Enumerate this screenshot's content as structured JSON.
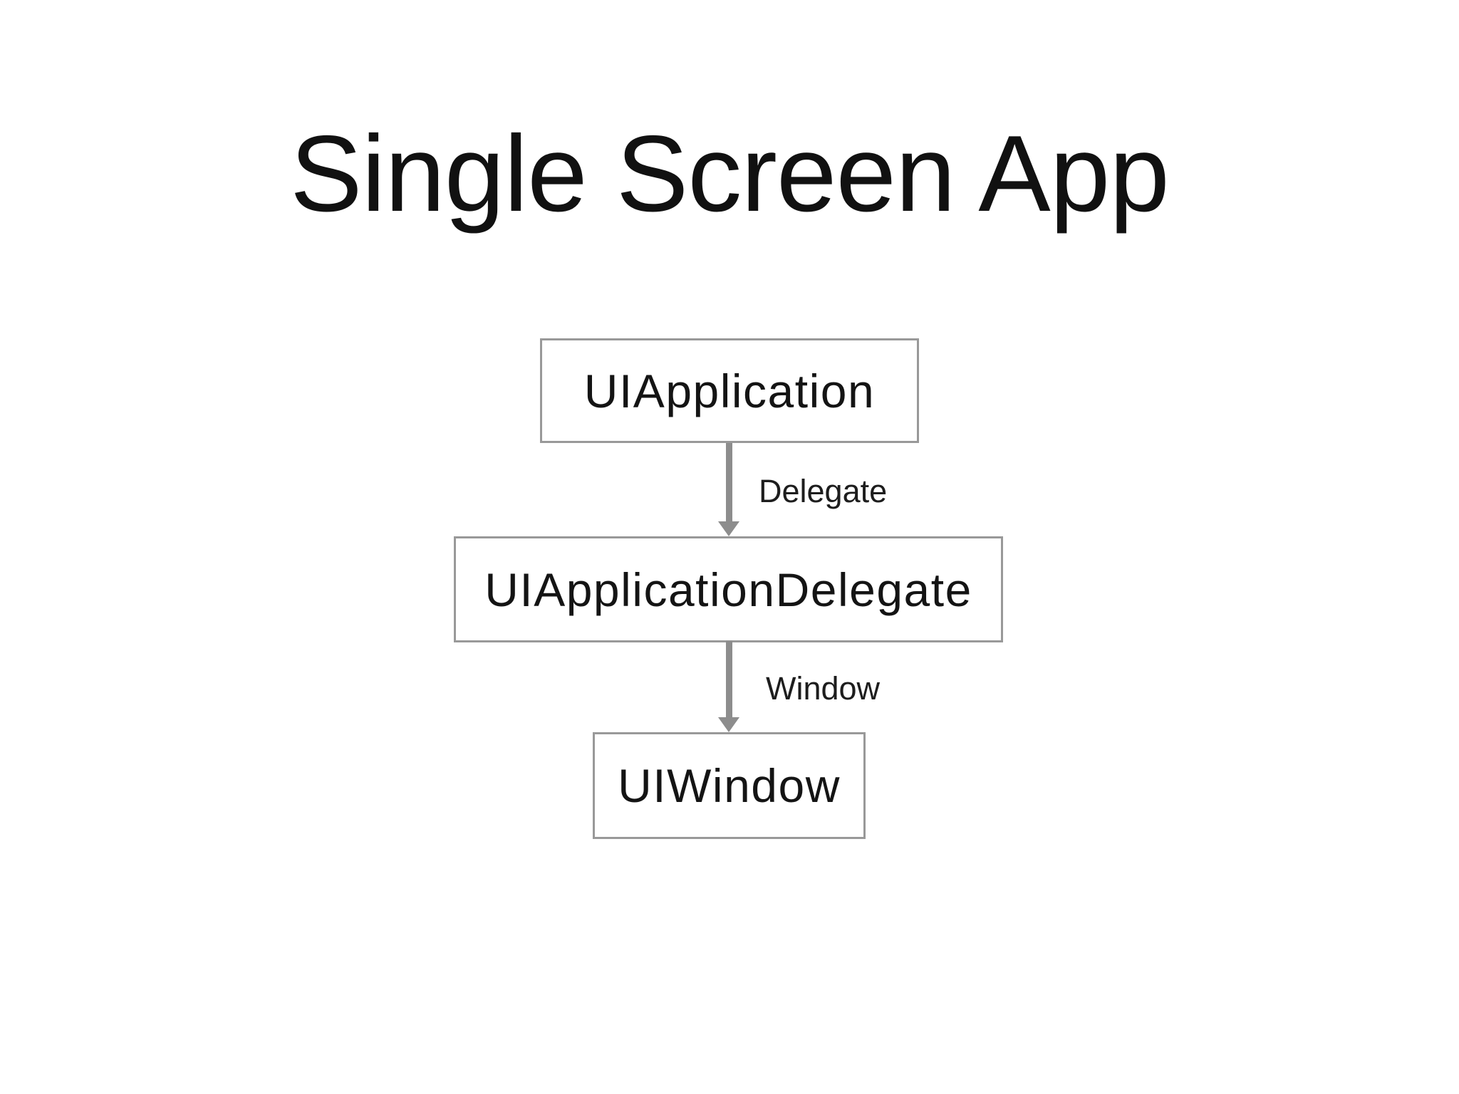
{
  "slide": {
    "title": "Single Screen App"
  },
  "diagram": {
    "type": "flowchart",
    "direction": "top-down",
    "nodes": [
      {
        "id": "uiapplication",
        "label": "UIApplication"
      },
      {
        "id": "uiapplicationdelegate",
        "label": "UIApplicationDelegate"
      },
      {
        "id": "uiwindow",
        "label": "UIWindow"
      }
    ],
    "edges": [
      {
        "from": "UIApplication",
        "to": "UIApplicationDelegate",
        "label": "Delegate"
      },
      {
        "from": "UIApplicationDelegate",
        "to": "UIWindow",
        "label": "Window"
      }
    ]
  },
  "colors": {
    "background": "#ffffff",
    "box_border": "#999999",
    "box_fill": "#ffffff",
    "arrow": "#8d8d8d",
    "title_text": "#111111",
    "node_text": "#141414",
    "label_text": "#1d1d1d"
  }
}
